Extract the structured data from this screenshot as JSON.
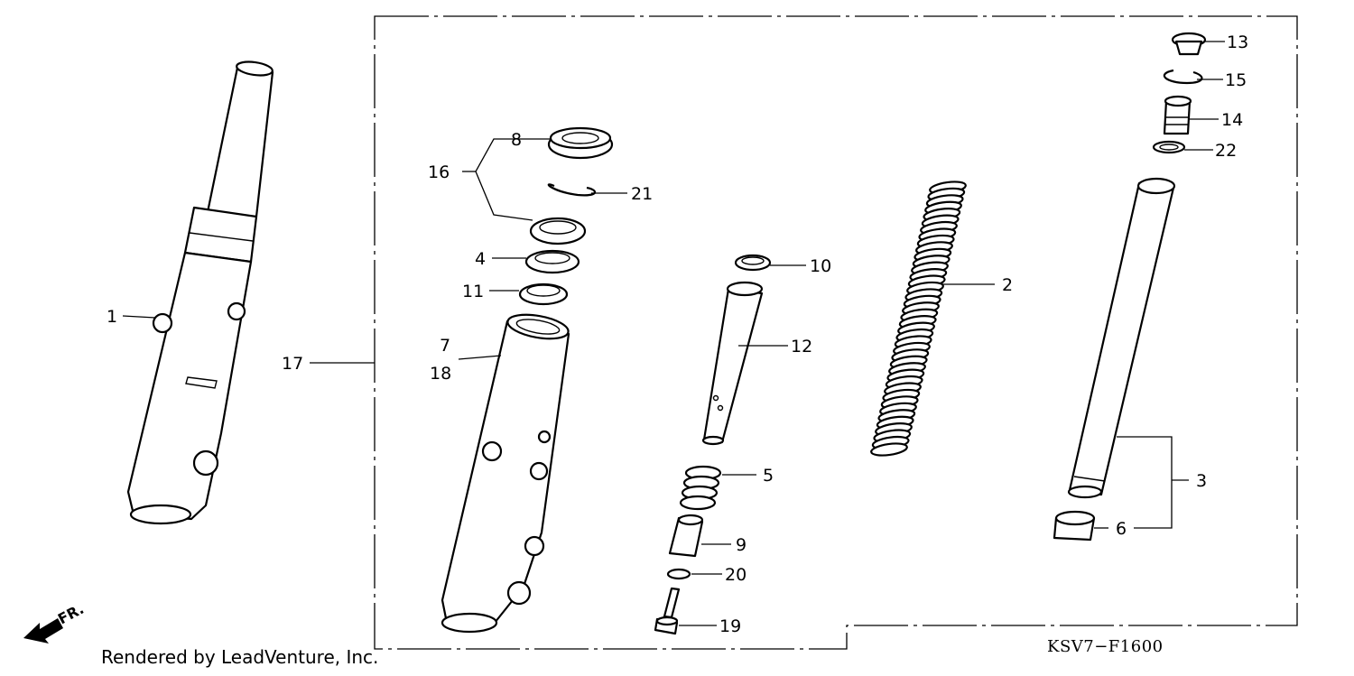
{
  "diagram_code": "KSV7−F1600",
  "footer_text": "Rendered by LeadVenture, Inc.",
  "front_marker": "FR.",
  "callouts": [
    {
      "id": "c1",
      "text": "1"
    },
    {
      "id": "c2",
      "text": "2"
    },
    {
      "id": "c3",
      "text": "3"
    },
    {
      "id": "c4",
      "text": "4"
    },
    {
      "id": "c5",
      "text": "5"
    },
    {
      "id": "c6",
      "text": "6"
    },
    {
      "id": "c7",
      "text": "7"
    },
    {
      "id": "c8",
      "text": "8"
    },
    {
      "id": "c9",
      "text": "9"
    },
    {
      "id": "c10",
      "text": "10"
    },
    {
      "id": "c11",
      "text": "11"
    },
    {
      "id": "c12",
      "text": "12"
    },
    {
      "id": "c13",
      "text": "13"
    },
    {
      "id": "c14",
      "text": "14"
    },
    {
      "id": "c15",
      "text": "15"
    },
    {
      "id": "c16",
      "text": "16"
    },
    {
      "id": "c17",
      "text": "17"
    },
    {
      "id": "c18",
      "text": "18"
    },
    {
      "id": "c19",
      "text": "19"
    },
    {
      "id": "c20",
      "text": "20"
    },
    {
      "id": "c21",
      "text": "21"
    },
    {
      "id": "c22",
      "text": "22"
    }
  ]
}
